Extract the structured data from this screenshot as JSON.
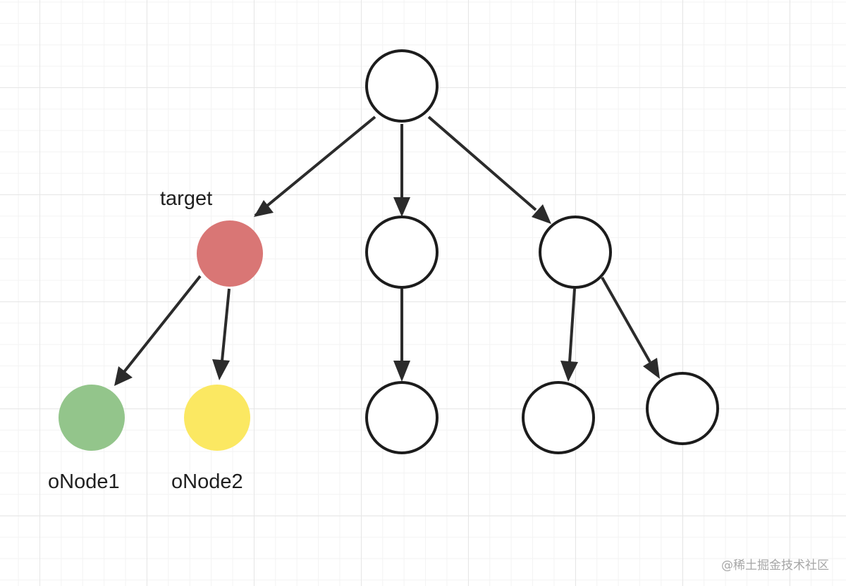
{
  "labels": {
    "target": "target",
    "onode1": "oNode1",
    "onode2": "oNode2"
  },
  "watermark": "@稀土掘金技术社区",
  "colors": {
    "target_fill": "#d97675",
    "onode1_fill": "#93c58b",
    "onode2_fill": "#fbe862",
    "node_fill": "#ffffff",
    "node_stroke": "#1c1c1c",
    "edge": "#2b2b2b"
  },
  "tree": {
    "nodes": [
      "root",
      "target",
      "mid",
      "right",
      "onode1",
      "onode2",
      "mid-child",
      "right-child-left",
      "right-child-right"
    ],
    "edges": [
      [
        "root",
        "target"
      ],
      [
        "root",
        "mid"
      ],
      [
        "root",
        "right"
      ],
      [
        "target",
        "onode1"
      ],
      [
        "target",
        "onode2"
      ],
      [
        "mid",
        "mid-child"
      ],
      [
        "right",
        "right-child-left"
      ],
      [
        "right",
        "right-child-right"
      ]
    ]
  }
}
